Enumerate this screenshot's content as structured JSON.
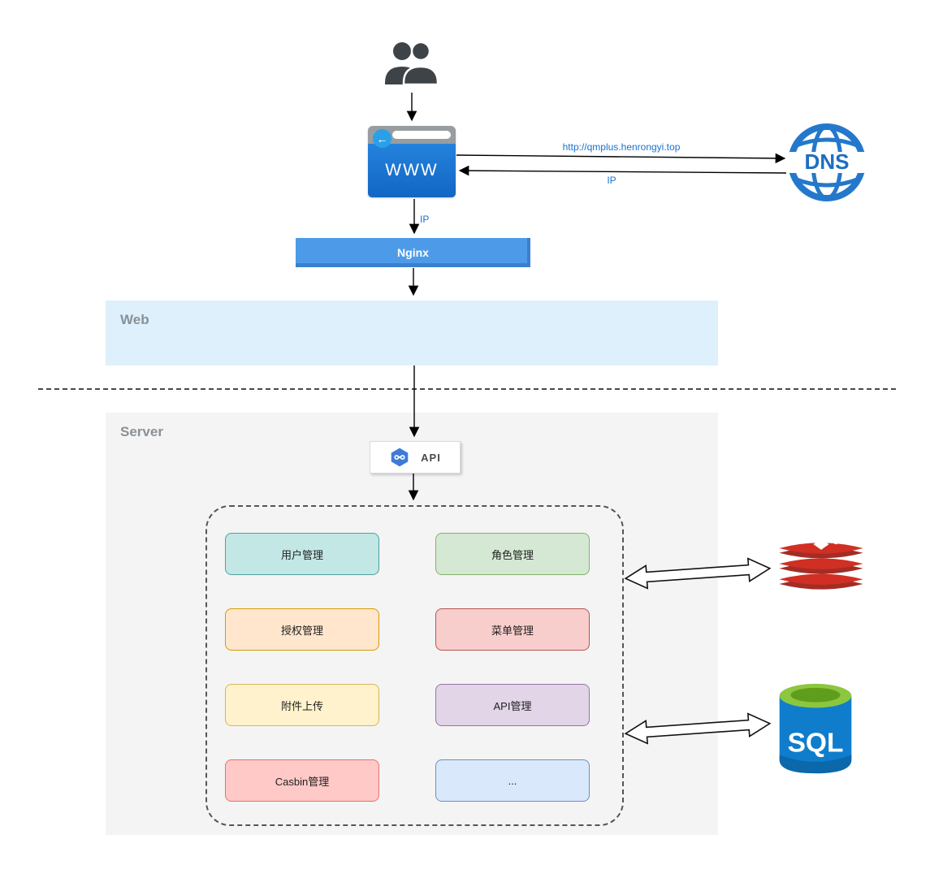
{
  "zones": {
    "web": {
      "label": "Web",
      "fill": "#ddf0fb"
    },
    "server": {
      "label": "Server",
      "fill": "#f4f4f4"
    }
  },
  "nodes": {
    "users": {
      "icon": "users-icon"
    },
    "browser": {
      "label": "WWW",
      "icon": "browser-icon",
      "color": "#1b72ce"
    },
    "dns": {
      "label": "DNS",
      "icon": "dns-globe-icon",
      "color": "#2478cc"
    },
    "nginx": {
      "label": "Nginx",
      "color": "#4d9be8"
    },
    "api": {
      "label": "API",
      "icon": "api-hexagon-icon"
    },
    "redis": {
      "icon": "redis-icon",
      "color": "#d12f24"
    },
    "sql": {
      "label": "SQL",
      "icon": "database-cylinder-icon",
      "body_color": "#0f7dcc",
      "top_color": "#8dc63f"
    }
  },
  "edges": {
    "browser_to_dns": {
      "label": "http://qmplus.henrongyi.top"
    },
    "dns_to_browser": {
      "label": "IP"
    },
    "browser_to_nginx": {
      "label": "IP"
    },
    "label_color": "#1873cf"
  },
  "modules": [
    {
      "label": "用户管理",
      "fill": "#c2e7e4",
      "stroke": "#4ba3a3"
    },
    {
      "label": "角色管理",
      "fill": "#d5e8d4",
      "stroke": "#82b366"
    },
    {
      "label": "授权管理",
      "fill": "#ffe6cc",
      "stroke": "#d79b00"
    },
    {
      "label": "菜单管理",
      "fill": "#f8cecc",
      "stroke": "#b85450"
    },
    {
      "label": "附件上传",
      "fill": "#fff2cc",
      "stroke": "#d6b656"
    },
    {
      "label": "API管理",
      "fill": "#e1d5e7",
      "stroke": "#9673a6"
    },
    {
      "label": "Casbin管理",
      "fill": "#ffc9c7",
      "stroke": "#e8706b"
    },
    {
      "label": "...",
      "fill": "#dae8fc",
      "stroke": "#6c8ebf"
    }
  ]
}
